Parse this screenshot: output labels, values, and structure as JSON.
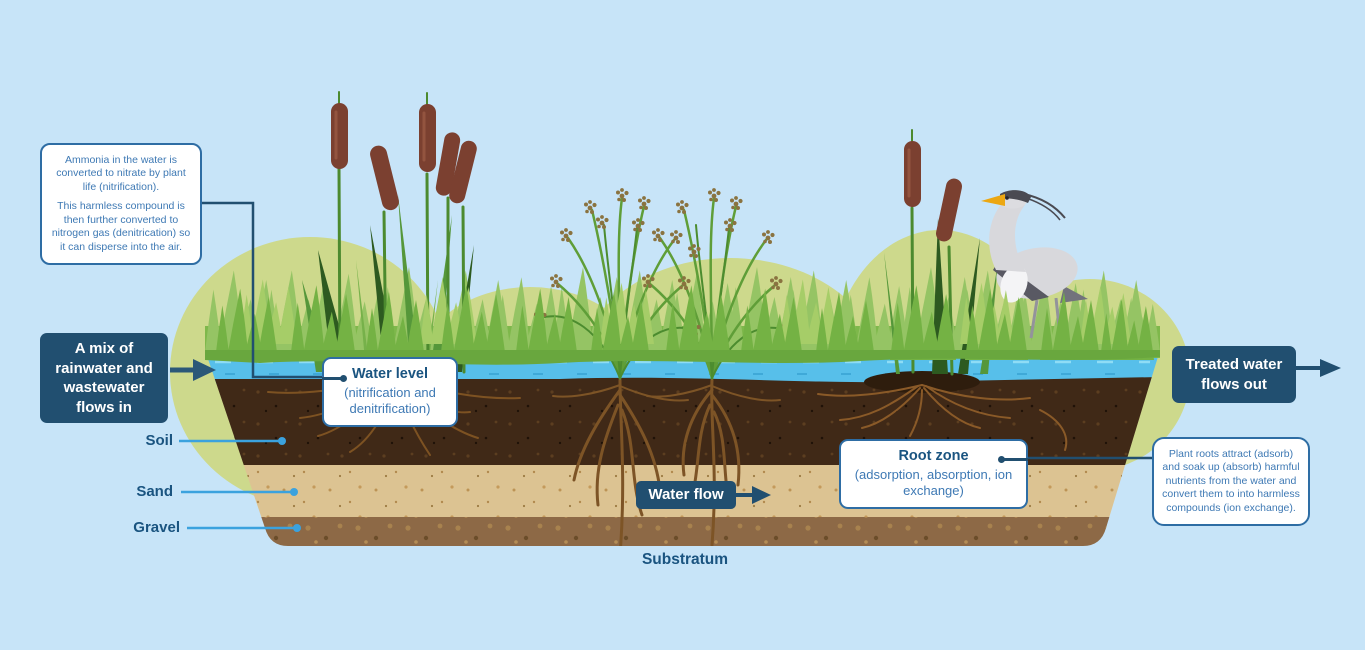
{
  "notes": {
    "ammonia": {
      "p1": "Ammonia in the water is converted to nitrate by plant life (nitrification).",
      "p2": "This harmless compound is then further converted to nitrogen gas (denitrication) so it can disperse into the air."
    },
    "roots": "Plant roots attract (adsorb) and soak up (absorb) harmful nutrients from the water and convert them to into harmless compounds (ion exchange)."
  },
  "flow": {
    "inflow": "A mix of rainwater and wastewater flows in",
    "water_flow": "Water flow",
    "outflow": "Treated water flows out"
  },
  "water_level": {
    "title": "Water level",
    "detail": "(nitrification and denitrification)"
  },
  "root_zone": {
    "title": "Root zone",
    "detail": "(adsorption, absorption, ion exchange)"
  },
  "layers": {
    "soil": "Soil",
    "sand": "Sand",
    "gravel": "Gravel",
    "substratum": "Substratum"
  },
  "colors": {
    "navy_box": "#214f70",
    "box_border": "#2e6da4",
    "heading_text": "#1a5480",
    "body_text": "#3e79b4",
    "leader_light": "#3ba2de",
    "sky": "#c7e4f8",
    "water": "#57bfea",
    "soil": "#402917",
    "sand": "#dcc392",
    "gravel": "#8d6946",
    "grass": "#7eb84b",
    "grass_mound": "#cdd98c",
    "cattail_head": "#7b4030"
  }
}
